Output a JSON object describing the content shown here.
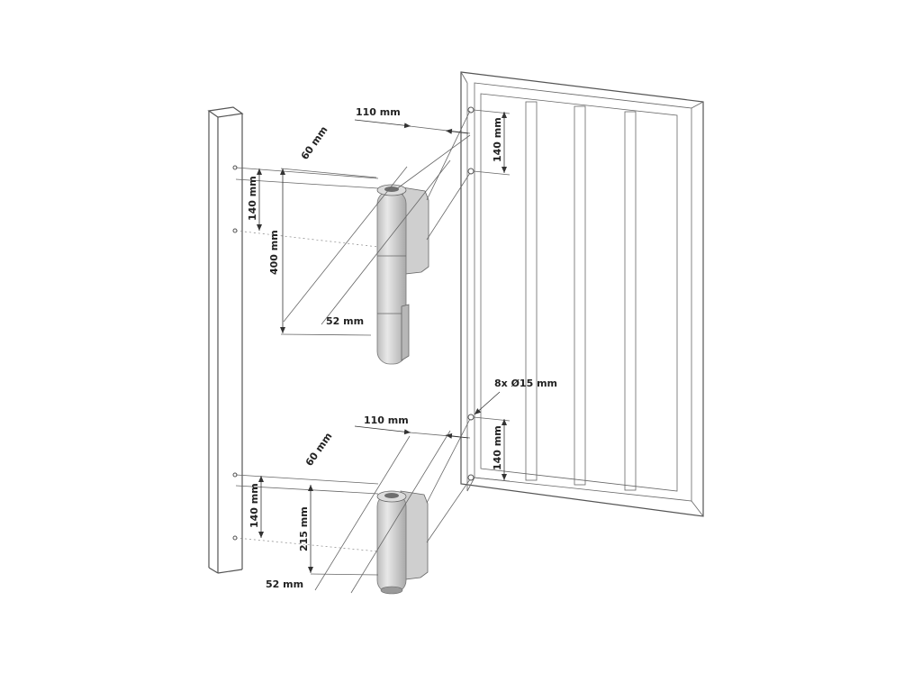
{
  "labels": {
    "dim_110_top": "110 mm",
    "dim_60_top": "60 mm",
    "dim_140_post_top": "140 mm",
    "dim_400": "400 mm",
    "dim_52_top": "52 mm",
    "dim_140_gate_top": "140 mm",
    "dim_holes": "8x Ø15 mm",
    "dim_110_bottom": "110 mm",
    "dim_60_bottom": "60 mm",
    "dim_140_post_bottom": "140 mm",
    "dim_215": "215 mm",
    "dim_52_bottom": "52 mm",
    "dim_140_gate_bottom": "140 mm"
  },
  "colors": {
    "hinge_body": "#d4d4d4",
    "hinge_shade": "#a8a8a8",
    "hinge_dark": "#6e6e6e",
    "line": "#555555"
  }
}
